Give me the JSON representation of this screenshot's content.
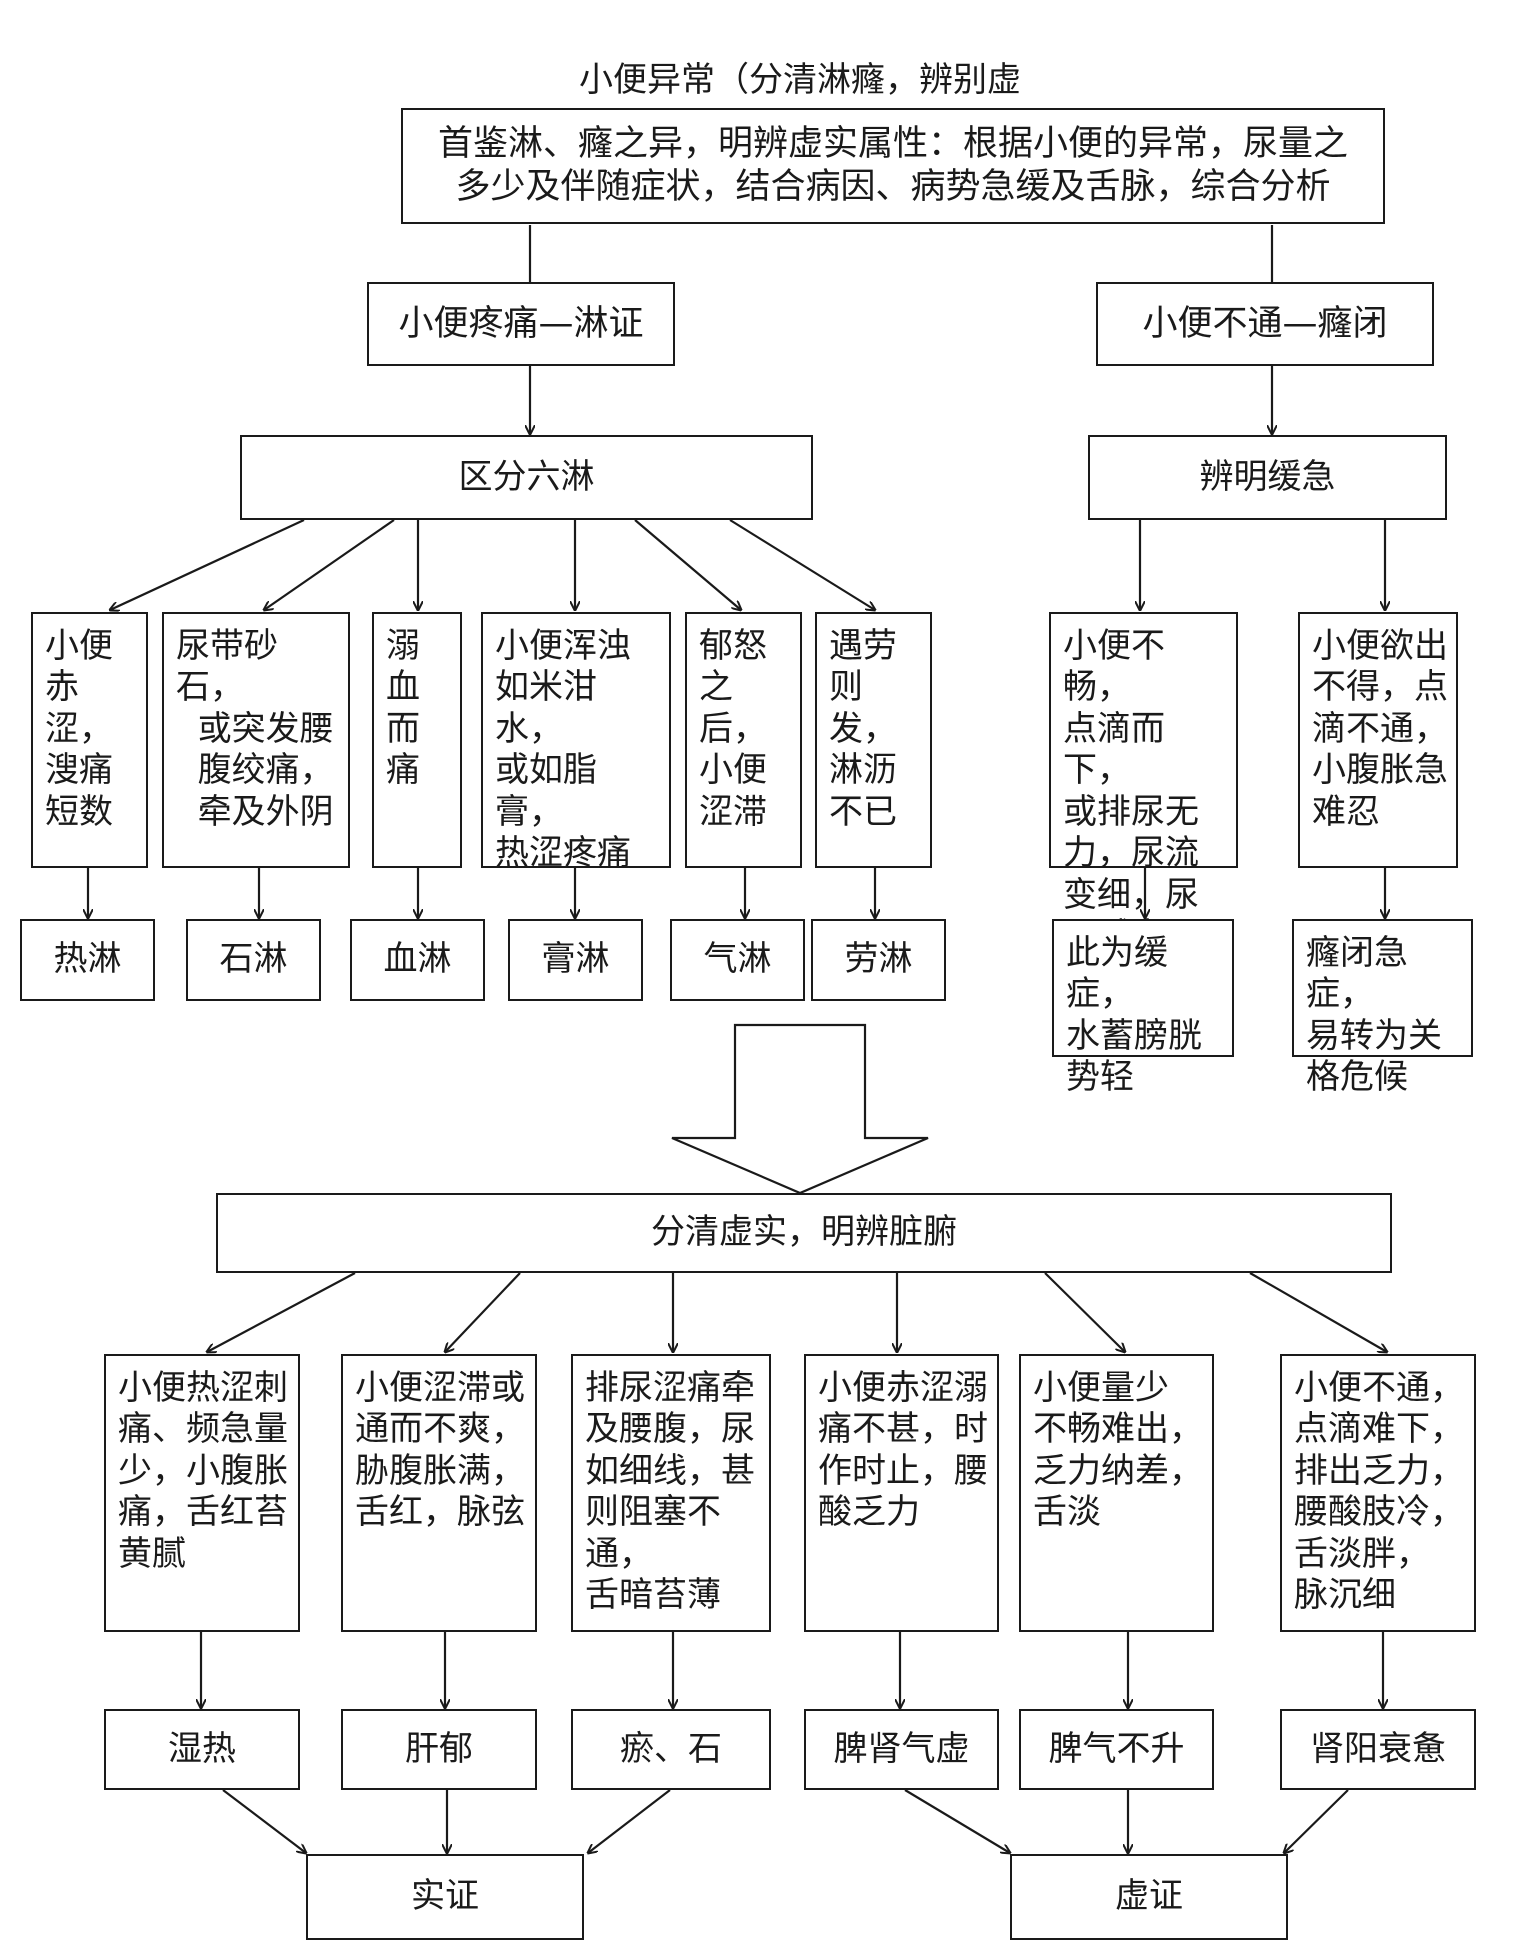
{
  "title": "小便异常（分清淋癃，辨别虚实）",
  "intro": "首鉴淋、癃之异，明辨虚实属性：根据小便的异常，尿量之\n多少及伴随症状，结合病因、病势急缓及舌脉，综合分析",
  "lin": {
    "head": "小便疼痛—淋证",
    "sub": "区分六淋",
    "symptoms": [
      "小便\n赤涩，\n溲痛\n短数",
      "尿带砂石，\n  或突发腰\n  腹绞痛，\n  牵及外阴",
      "溺\n血\n而\n痛",
      "小便浑浊\n如米泔水，\n或如脂膏，\n热涩疼痛",
      "郁怒\n之后，\n小便\n涩滞",
      "遇劳\n则发，\n淋沥\n不已"
    ],
    "types": [
      "热淋",
      "石淋",
      "血淋",
      "膏淋",
      "气淋",
      "劳淋"
    ]
  },
  "long": {
    "head": "小便不通—癃闭",
    "sub": "辨明缓急",
    "symptoms": [
      "小便不畅，\n点滴而下，\n或排尿无\n力，尿流\n变细，尿\n量减少",
      "小便欲出\n不得，点\n滴不通，\n小腹胀急\n难忍"
    ],
    "results": [
      "此为缓症，\n水蓄膀胱\n势轻",
      "癃闭急症，\n易转为关\n格危候"
    ]
  },
  "bottom": {
    "head": "分清虚实，明辨脏腑",
    "symptoms": [
      "小便热涩刺\n痛、频急量\n少，小腹胀\n痛，舌红苔\n黄腻",
      "小便涩滞或\n通而不爽，\n胁腹胀满，\n舌红，脉弦",
      "排尿涩痛牵\n及腰腹，尿\n如细线，甚\n则阻塞不通，\n舌暗苔薄",
      "小便赤涩溺\n痛不甚，时\n作时止，腰\n酸乏力",
      "小便量少\n不畅难出，\n乏力纳差，\n舌淡",
      "小便不通，\n点滴难下，\n排出乏力，\n腰酸肢冷，\n舌淡胖，\n脉沉细"
    ],
    "patterns": [
      "湿热",
      "肝郁",
      "瘀、石",
      "脾肾气虚",
      "脾气不升",
      "肾阳衰惫"
    ],
    "excess": "实证",
    "deficiency": "虚证"
  }
}
